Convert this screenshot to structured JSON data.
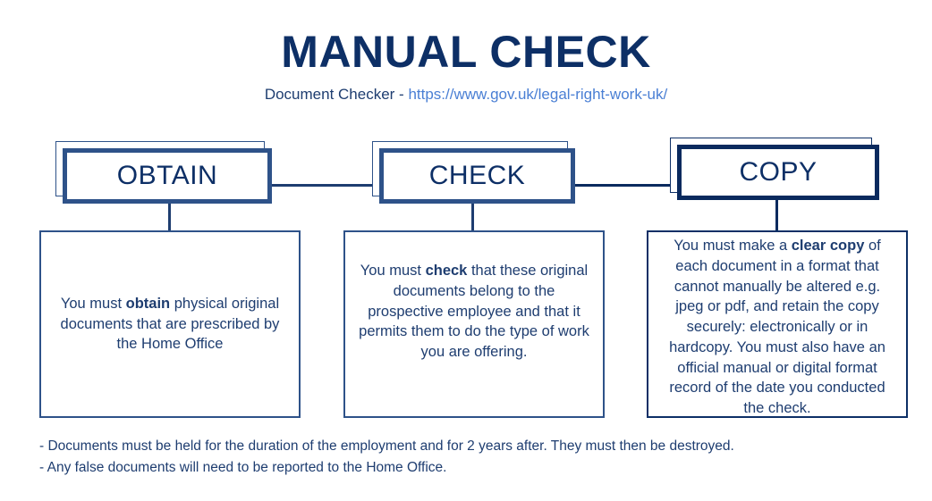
{
  "header": {
    "title": "MANUAL CHECK",
    "subtitle_prefix": "Document Checker - ",
    "subtitle_link": "https://www.gov.uk/legal-right-work-uk/"
  },
  "colors": {
    "navy": "#0d2f66",
    "steel_blue": "#2e5289",
    "link_blue": "#4a7fd4",
    "text_blue": "#1e3d70",
    "background": "#ffffff"
  },
  "stages": [
    {
      "id": "obtain",
      "label": "OBTAIN",
      "description_parts": [
        {
          "text": "You must ",
          "bold": false
        },
        {
          "text": "obtain",
          "bold": true
        },
        {
          "text": " physical original documents that are prescribed by the Home Office",
          "bold": false
        }
      ],
      "description_plain": "You must obtain physical original documents that are prescribed by the Home Office"
    },
    {
      "id": "check",
      "label": "CHECK",
      "description_parts": [
        {
          "text": "You must ",
          "bold": false
        },
        {
          "text": "check",
          "bold": true
        },
        {
          "text": " that these original documents belong to the prospective employee and that it permits them to do the type of work you are offering.",
          "bold": false
        }
      ],
      "description_plain": "You must check that these original documents belong to the prospective employee and that it permits them to do the type of work you are offering."
    },
    {
      "id": "copy",
      "label": "COPY",
      "description_parts": [
        {
          "text": "You must make a ",
          "bold": false
        },
        {
          "text": "clear copy",
          "bold": true
        },
        {
          "text": " of each document in a format that cannot manually be altered e.g. jpeg or pdf, and retain the copy securely: electronically or in hardcopy. You must also have an official manual or digital format record of the date you conducted the check.",
          "bold": false
        }
      ],
      "description_plain": "You must make a clear copy of each document in a format that cannot manually be altered e.g. jpeg or pdf, and retain the copy securely: electronically or in hardcopy. You must also have an official manual or digital format record of the date you conducted the check."
    }
  ],
  "notes": [
    "- Documents must be held for the duration of the employment and for 2 years after. They must then be destroyed.",
    "- Any false documents will need to be reported to the Home Office."
  ]
}
